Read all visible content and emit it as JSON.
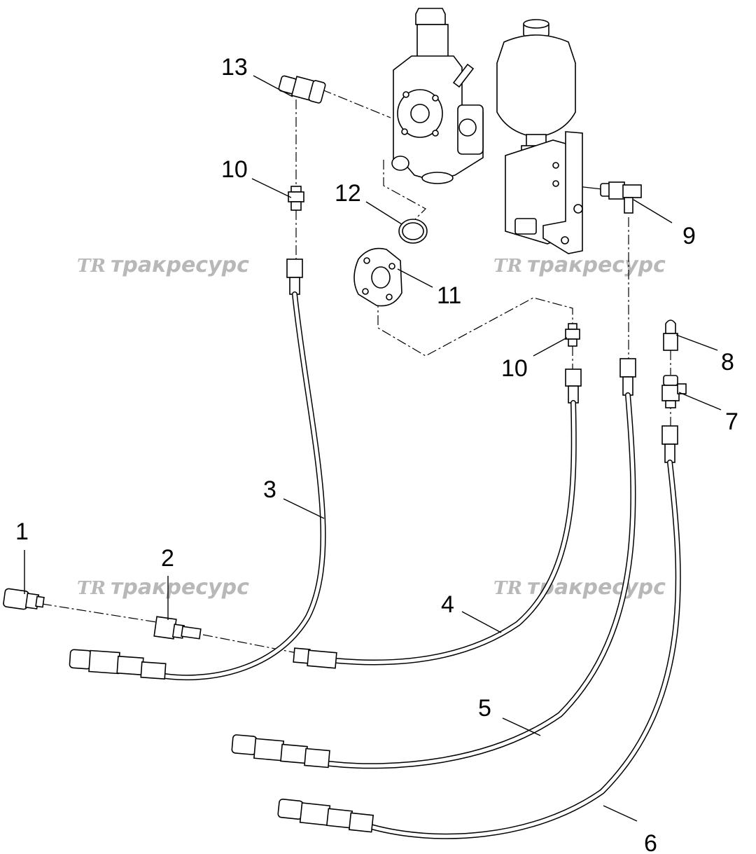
{
  "watermark": {
    "logo": "TR",
    "text": "тракресурс"
  },
  "callouts": [
    "1",
    "2",
    "3",
    "4",
    "5",
    "6",
    "7",
    "8",
    "9",
    "10",
    "10",
    "11",
    "12",
    "13"
  ]
}
